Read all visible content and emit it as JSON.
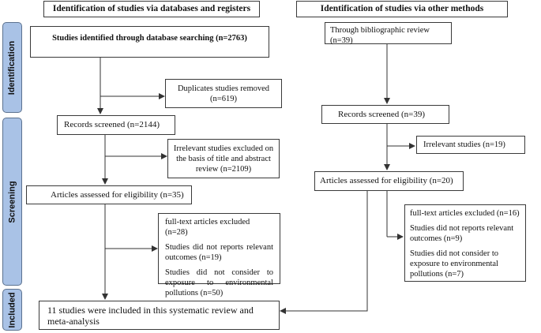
{
  "left_header": "Identification of studies via databases and registers",
  "right_header": "Identification of studies via other methods",
  "stages": {
    "identification": "Identification",
    "screening": "Screening",
    "included": "Included"
  },
  "left": {
    "db_search": "Studies identified through database searching (n=2763)",
    "duplicates": "Duplicates studies removed\n(n=619)",
    "records_screened": "Records screened (n=2144)",
    "irrelevant": "Irrelevant studies excluded on the basis of title and abstract review (n=2109)",
    "assessed": "Articles assessed for eligibility (n=35)",
    "excluded_title": "full-text articles excluded (n=28)",
    "excluded_outcomes": "Studies did not reports relevant outcomes (n=19)",
    "excluded_exposure": "Studies did not consider to exposure to environmental pollutions (n=50)"
  },
  "right": {
    "biblio": "Through bibliographic review (n=39)",
    "records_screened": "Records screened (n=39)",
    "irrelevant": "Irrelevant studies (n=19)",
    "assessed": "Articles assessed for eligibility (n=20)",
    "excluded_title": "full-text articles excluded (n=16)",
    "excluded_outcomes": "Studies did not reports relevant outcomes (n=9)",
    "excluded_exposure": "Studies did not consider to exposure to environmental pollutions (n=7)"
  },
  "included": "11 studies were included in this systematic review and meta-analysis"
}
